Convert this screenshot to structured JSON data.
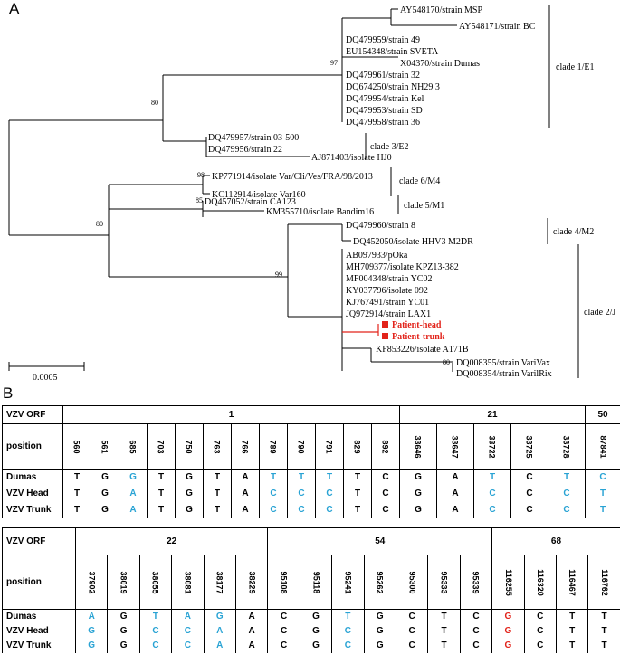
{
  "panel_a": {
    "label": "A"
  },
  "panel_b": {
    "label": "B"
  },
  "tree": {
    "taxa": [
      "AY548170/strain MSP",
      "AY548171/strain BC",
      "DQ479959/strain 49",
      "EU154348/strain SVETA",
      "X04370/strain Dumas",
      "DQ479961/strain 32",
      "DQ674250/strain NH29 3",
      "DQ479954/strain Kel",
      "DQ479953/strain SD",
      "DQ479958/strain 36",
      "DQ479957/strain 03-500",
      "DQ479956/strain 22",
      "AJ871403/isolate HJ0",
      "KP771914/isolate Var/Cli/Ves/FRA/98/2013",
      "KC112914/isolate Var160",
      "DQ457052/strain CA123",
      "KM355710/isolate Bandim16",
      "DQ479960/strain 8",
      "DQ452050/isolate HHV3 M2DR",
      "AB097933/pOka",
      "MH709377/isolate KPZ13-382",
      "MF004348/strain YC02",
      "KY037796/isolate 092",
      "KJ767491/strain YC01",
      "JQ972914/strain LAX1",
      "Patient-head",
      "Patient-trunk",
      "KF853226/isolate A171B",
      "DQ008355/strain VariVax",
      "DQ008354/strain VarilRix"
    ],
    "bootstrap": [
      "97",
      "80",
      "98",
      "85",
      "80",
      "99",
      "80"
    ],
    "clades": [
      "clade 1/E1",
      "clade 3/E2",
      "clade 6/M4",
      "clade 5/M1",
      "clade 4/M2",
      "clade 2/J"
    ],
    "scale_label": "0.0005",
    "colors": {
      "patient": "#e2231a",
      "branch": "#000000"
    }
  },
  "table1": {
    "header_orf": "VZV ORF",
    "header_position": "position",
    "groups": [
      "1",
      "21",
      "50"
    ],
    "positions": [
      "560",
      "561",
      "685",
      "703",
      "750",
      "763",
      "766",
      "789",
      "790",
      "791",
      "829",
      "892",
      "33646",
      "33647",
      "33722",
      "33725",
      "33728",
      "87841"
    ],
    "rows": [
      {
        "label": "Dumas",
        "cells": [
          "T",
          "G",
          "G",
          "T",
          "G",
          "T",
          "A",
          "T",
          "T",
          "T",
          "T",
          "C",
          "G",
          "A",
          "T",
          "C",
          "T",
          "C"
        ]
      },
      {
        "label": "VZV Head",
        "cells": [
          "T",
          "G",
          "A",
          "T",
          "G",
          "T",
          "A",
          "C",
          "C",
          "C",
          "T",
          "C",
          "G",
          "A",
          "C",
          "C",
          "C",
          "T"
        ]
      },
      {
        "label": "VZV Trunk",
        "cells": [
          "T",
          "G",
          "A",
          "T",
          "G",
          "T",
          "A",
          "C",
          "C",
          "C",
          "T",
          "C",
          "G",
          "A",
          "C",
          "C",
          "C",
          "T"
        ]
      }
    ]
  },
  "table2": {
    "header_orf": "VZV ORF",
    "header_position": "position",
    "groups": [
      "22",
      "54",
      "68"
    ],
    "positions": [
      "37902",
      "38019",
      "38055",
      "38081",
      "38177",
      "38229",
      "95108",
      "95118",
      "95241",
      "95262",
      "95300",
      "95333",
      "95339",
      "116255",
      "116320",
      "116467",
      "116762"
    ],
    "rows": [
      {
        "label": "Dumas",
        "cells": [
          "A",
          "G",
          "T",
          "A",
          "G",
          "A",
          "C",
          "G",
          "T",
          "G",
          "C",
          "T",
          "C",
          "G",
          "C",
          "T",
          "T"
        ]
      },
      {
        "label": "VZV Head",
        "cells": [
          "G",
          "G",
          "C",
          "C",
          "A",
          "A",
          "C",
          "G",
          "C",
          "G",
          "C",
          "T",
          "C",
          "G",
          "C",
          "T",
          "T"
        ]
      },
      {
        "label": "VZV Trunk",
        "cells": [
          "G",
          "G",
          "C",
          "C",
          "A",
          "A",
          "C",
          "G",
          "C",
          "G",
          "C",
          "T",
          "C",
          "G",
          "C",
          "T",
          "T"
        ]
      }
    ]
  },
  "colors": {
    "variant": "#29a3d4",
    "highlight": "#e2231a"
  }
}
